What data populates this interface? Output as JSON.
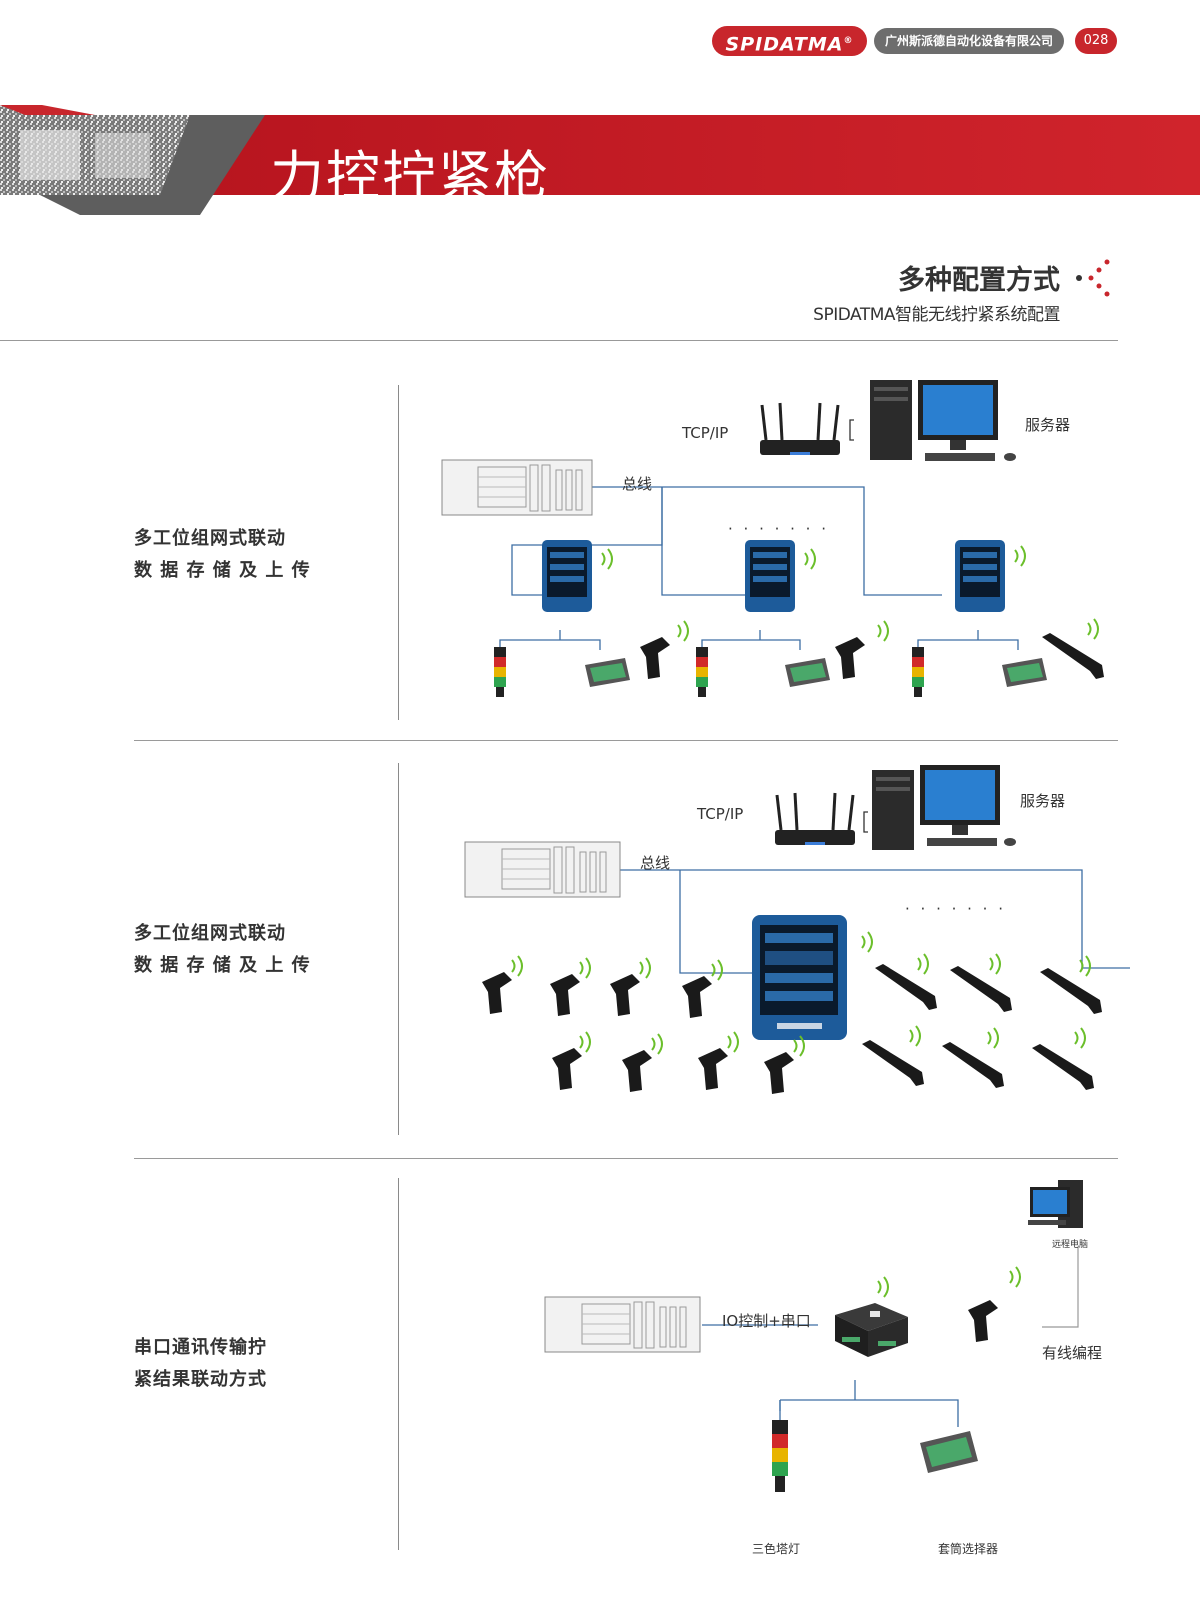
{
  "header": {
    "brand": "SPIDATMA",
    "brand_mark": "®",
    "company": "广州斯派德自动化设备有限公司",
    "page_number": "028"
  },
  "banner": {
    "title": "力控拧紧枪"
  },
  "section": {
    "title": "多种配置方式",
    "subtitle": "SPIDATMA智能无线拧紧系统配置"
  },
  "rows": [
    {
      "label_line1": "多工位组网式联动",
      "label_line2": "数 据 存 储 及 上 传",
      "tcp": "TCP/IP",
      "server": "服务器",
      "bus": "总线",
      "ellipsis": "· · · · · · ·"
    },
    {
      "label_line1": "多工位组网式联动",
      "label_line2": "数 据 存 储 及 上 传",
      "tcp": "TCP/IP",
      "server": "服务器",
      "bus": "总线",
      "ellipsis": "· · · · · · ·"
    },
    {
      "label_line1": "串口通讯传输拧",
      "label_line2": "紧结果联动方式",
      "io": "IO控制+串口",
      "remote": "远程电脑",
      "wired": "有线编程",
      "light": "三色塔灯",
      "selector": "套筒选择器"
    }
  ],
  "colors": {
    "brand_red": "#c8262c",
    "badge_gray": "#6d6d6d",
    "line_blue": "#3d6ea3"
  }
}
